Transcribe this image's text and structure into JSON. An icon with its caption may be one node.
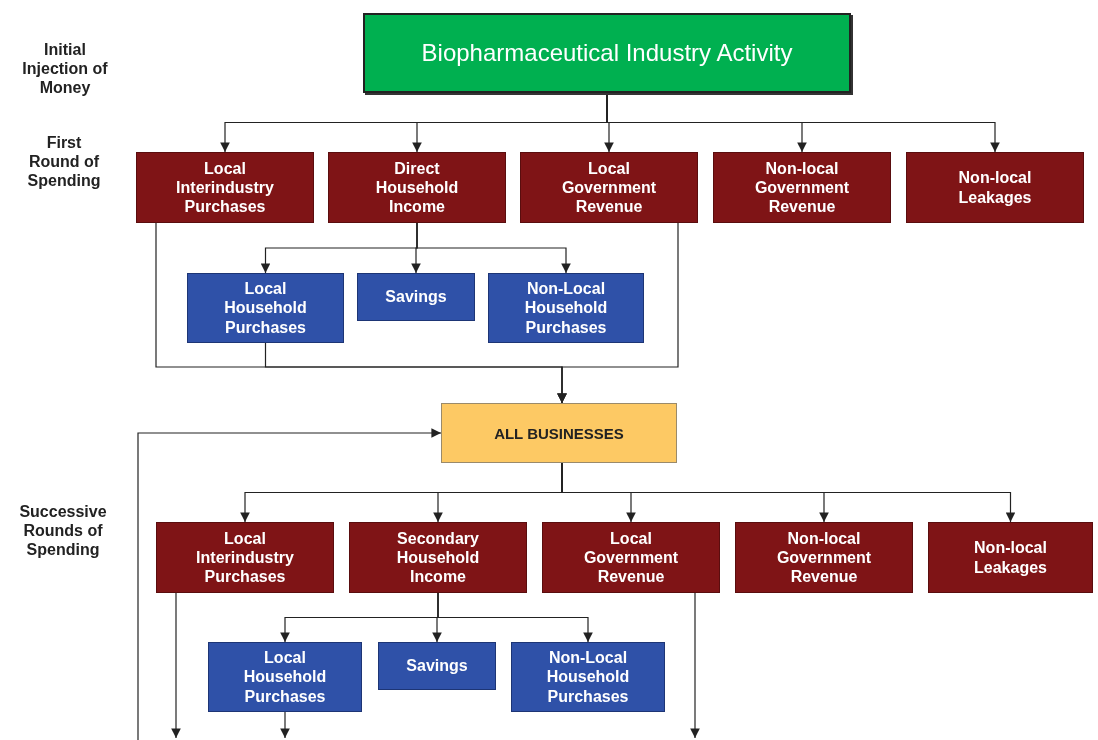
{
  "diagram": {
    "nodes": [
      {
        "text": [
          "Biopharmaceutical Industry Activity"
        ]
      },
      {
        "text": [
          "Local Interindustry Purchases"
        ]
      },
      {
        "text": [
          "Direct Household Income"
        ]
      },
      {
        "text": [
          "Local Government Revenue"
        ]
      },
      {
        "text": [
          "Non-local Government Revenue"
        ]
      },
      {
        "text": [
          "Non-local Leakages"
        ]
      },
      {
        "text": [
          "Local Household Purchases"
        ]
      },
      {
        "text": [
          "Savings"
        ]
      },
      {
        "text": [
          "Non-Local Household Purchases"
        ]
      },
      {
        "text": [
          "ALL BUSINESSES"
        ]
      },
      {
        "text": [
          "Local Interindustry Purchases"
        ]
      },
      {
        "text": [
          "Secondary Household Income"
        ]
      },
      {
        "text": [
          "Local Government Revenue"
        ]
      },
      {
        "text": [
          "Non-local Government Revenue"
        ]
      },
      {
        "text": [
          "Non-local Leakages"
        ]
      },
      {
        "text": [
          "Local Household Purchases"
        ]
      },
      {
        "text": [
          "Savings"
        ]
      },
      {
        "text": [
          "Non-Local Household Purchases"
        ]
      }
    ],
    "edges": [
      {
        "from": 0,
        "to": 1,
        "arrow": "to"
      },
      {
        "from": 0,
        "to": 2,
        "arrow": "to"
      },
      {
        "from": 0,
        "to": 3,
        "arrow": "to"
      },
      {
        "from": 0,
        "to": 4,
        "arrow": "to"
      },
      {
        "from": 0,
        "to": 5,
        "arrow": "to"
      },
      {
        "from": 2,
        "to": 6,
        "arrow": "to"
      },
      {
        "from": 2,
        "to": 7,
        "arrow": "to"
      },
      {
        "from": 2,
        "to": 8,
        "arrow": "to"
      },
      {
        "from": 1,
        "to": 9,
        "arrow": "to"
      },
      {
        "from": 6,
        "to": 9,
        "arrow": "to"
      },
      {
        "from": 3,
        "to": 9,
        "arrow": "to"
      },
      {
        "from": 9,
        "to": 10,
        "arrow": "to"
      },
      {
        "from": 9,
        "to": 11,
        "arrow": "to"
      },
      {
        "from": 9,
        "to": 12,
        "arrow": "to"
      },
      {
        "from": 9,
        "to": 13,
        "arrow": "to"
      },
      {
        "from": 9,
        "to": 14,
        "arrow": "to"
      },
      {
        "from": 11,
        "to": 15,
        "arrow": "to"
      },
      {
        "from": 11,
        "to": 16,
        "arrow": "to"
      },
      {
        "from": 11,
        "to": 17,
        "arrow": "to"
      },
      {
        "from": 10,
        "to": null,
        "arrow": "to"
      },
      {
        "from": 15,
        "to": null,
        "arrow": "to"
      },
      {
        "from": 12,
        "to": null,
        "arrow": "to"
      },
      {
        "from": null,
        "to": 9,
        "arrow": "to"
      }
    ],
    "labels": [
      "Initial Injection of Money",
      "First Round of Spending",
      "Successive Rounds of Spending"
    ]
  }
}
